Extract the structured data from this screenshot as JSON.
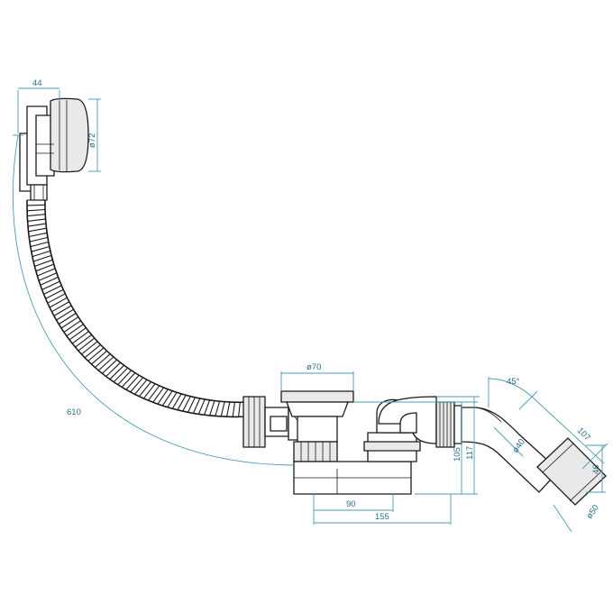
{
  "dimensions": {
    "overflow_depth": "44",
    "overflow_diameter": "ø72",
    "cable_length": "610",
    "outlet_diameter": "ø70",
    "outlet_angle": "45°",
    "outlet_pipe_length": "107",
    "outlet_pipe_offset": "46",
    "pipe_diameter_40": "ø40",
    "pipe_diameter_50": "ø50",
    "height_105": "105",
    "height_117": "117",
    "width_90": "90",
    "width_155": "155"
  },
  "colors": {
    "line": "#1a1a1a",
    "dimension": "#4a9bb5",
    "dimension_text": "#2b6f88"
  }
}
